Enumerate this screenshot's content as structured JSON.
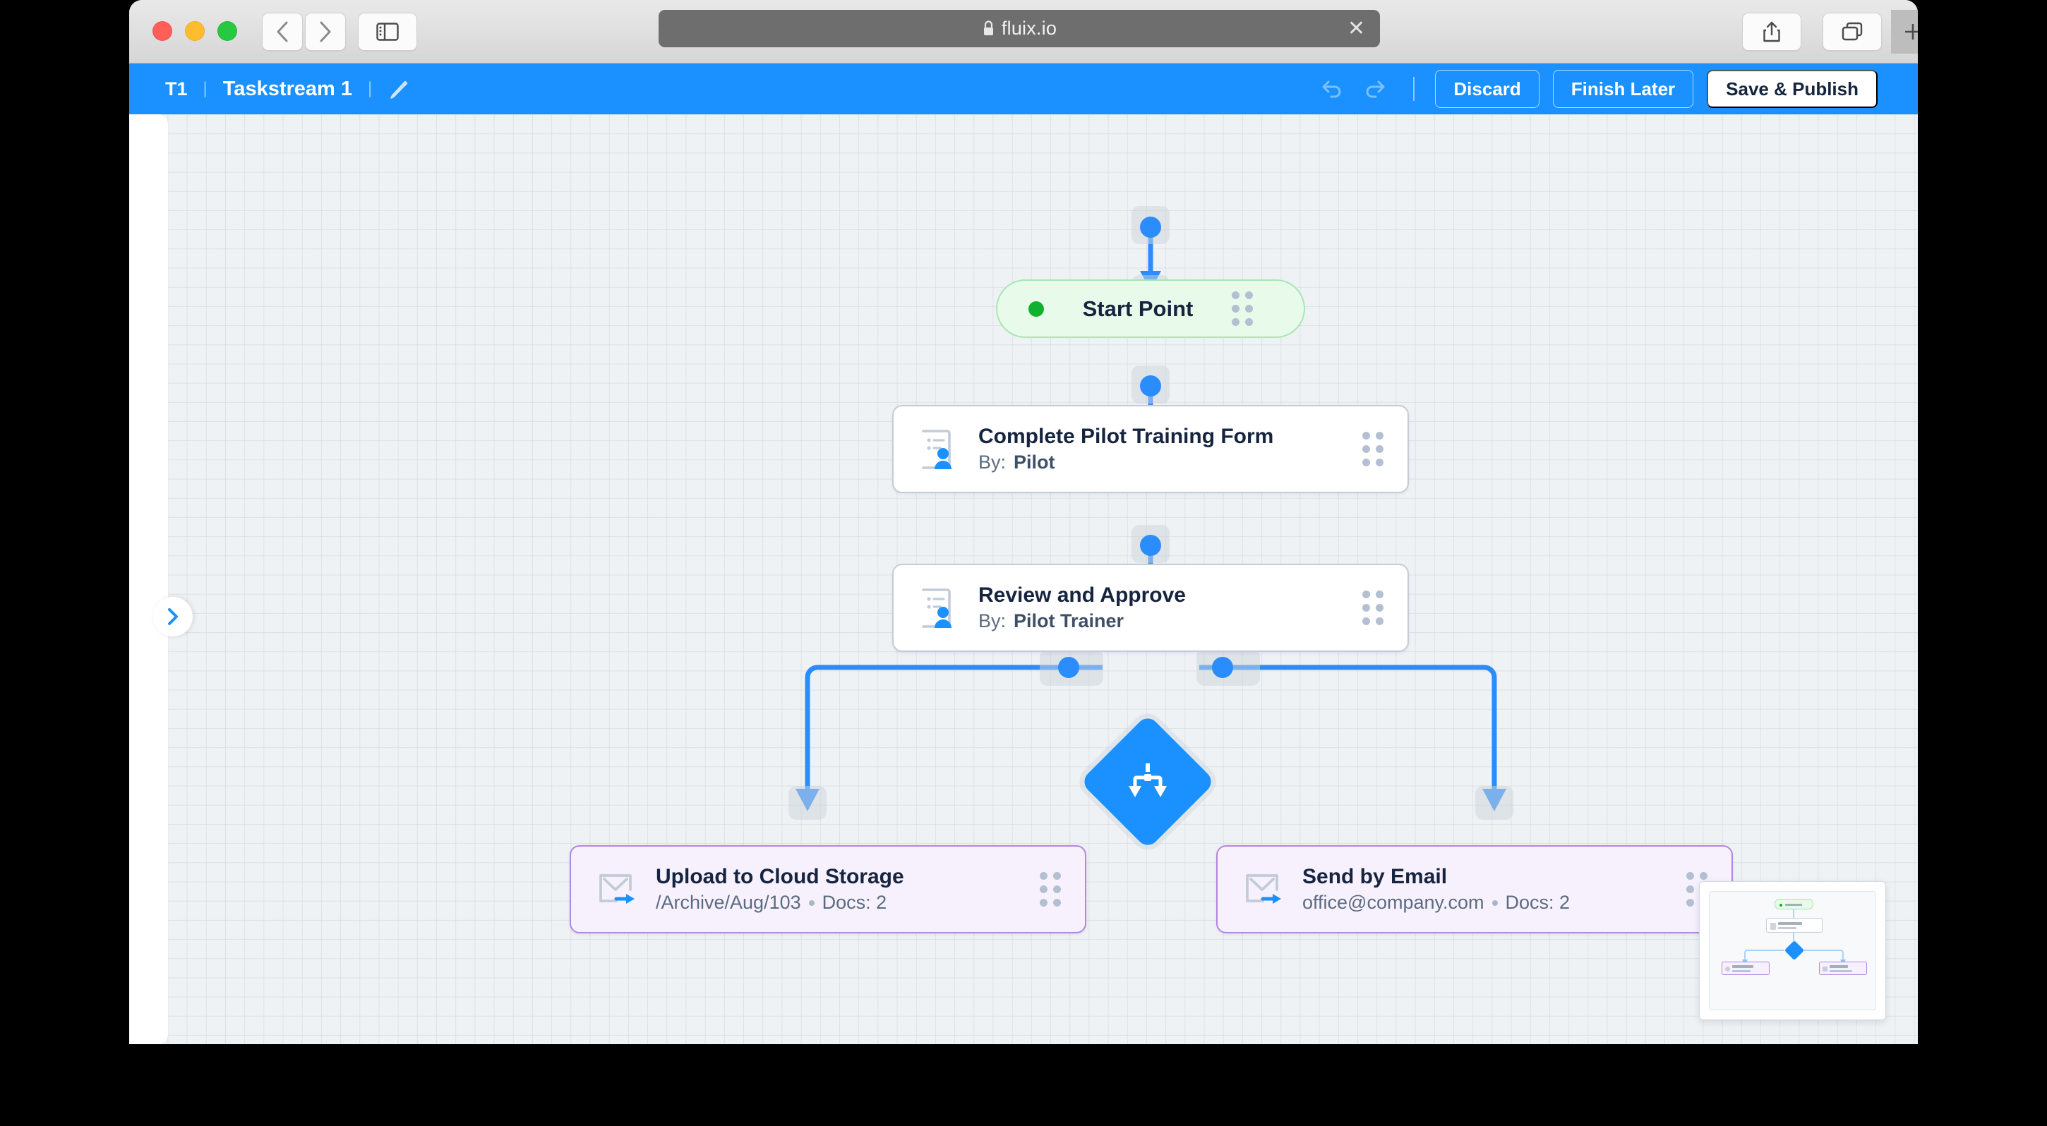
{
  "browser": {
    "address": "fluix.io",
    "lock_icon": "lock-icon",
    "close_icon": "close-icon",
    "back_icon": "chevron-left-icon",
    "forward_icon": "chevron-right-icon",
    "sidebar_icon": "sidebar-toggle-icon",
    "share_icon": "share-icon",
    "tabs_icon": "tab-overview-icon",
    "newtab_icon": "plus-icon"
  },
  "header": {
    "breadcrumb_id": "T1",
    "separator": "|",
    "breadcrumb_name": "Taskstream 1",
    "edit_icon": "pencil-icon",
    "undo_icon": "undo-icon",
    "redo_icon": "redo-icon",
    "divider": "|",
    "discard_label": "Discard",
    "finish_later_label": "Finish Later",
    "save_publish_label": "Save & Publish",
    "accent_color": "#1a91ff"
  },
  "canvas": {
    "expand_icon": "chevron-right-icon",
    "minimap_label": "minimap"
  },
  "diagram": {
    "nodes": [
      {
        "id": "start",
        "type": "start",
        "title": "Start Point",
        "icon": "green-dot-icon",
        "handle_icon": "drag-handle-icon",
        "color": "#a8e6b5"
      },
      {
        "id": "task1",
        "type": "task",
        "title": "Complete Pilot Training Form",
        "sub_prefix": "By:",
        "sub_value": "Pilot",
        "icon": "form-user-icon",
        "handle_icon": "drag-handle-icon",
        "color": "#c4ccd8"
      },
      {
        "id": "task2",
        "type": "task",
        "title": "Review and Approve",
        "sub_prefix": "By:",
        "sub_value": "Pilot Trainer",
        "icon": "form-user-icon",
        "handle_icon": "drag-handle-icon",
        "color": "#c4ccd8"
      },
      {
        "id": "split",
        "type": "split",
        "title": "",
        "icon": "split-branch-icon",
        "color": "#1a91ff"
      },
      {
        "id": "upload",
        "type": "action",
        "title": "Upload to Cloud Storage",
        "sub_path": "/Archive/Aug/103",
        "sub_docs": "Docs: 2",
        "icon": "send-envelope-icon",
        "handle_icon": "drag-handle-icon",
        "color": "#b386e0"
      },
      {
        "id": "email",
        "type": "action",
        "title": "Send by Email",
        "sub_path": "office@company.com",
        "sub_docs": "Docs: 2",
        "icon": "send-envelope-icon",
        "handle_icon": "drag-handle-icon",
        "color": "#b386e0"
      }
    ],
    "edges": [
      {
        "from": "start",
        "to": "task1"
      },
      {
        "from": "task1",
        "to": "task2"
      },
      {
        "from": "task2",
        "to": "split"
      },
      {
        "from": "split",
        "to": "upload"
      },
      {
        "from": "split",
        "to": "email"
      }
    ],
    "edge_color": "#2b8cfb"
  }
}
